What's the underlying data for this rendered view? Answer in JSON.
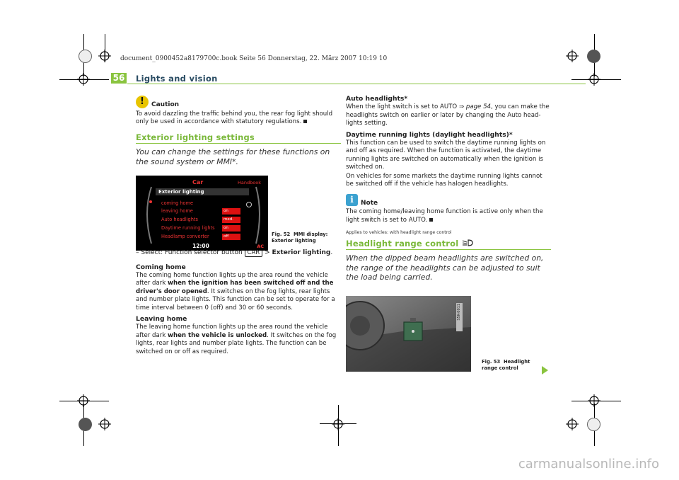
{
  "file_header": "document_0900452a8179700c.book  Seite 56  Donnerstag, 22. März 2007  10:19 10",
  "page": {
    "number": "56",
    "running_head": "Lights and vision"
  },
  "caution": {
    "title": "Caution",
    "text": "To avoid dazzling the traffic behind you, the rear fog light should only be used in accordance with statutory regulations."
  },
  "exterior_lighting": {
    "title": "Exterior lighting settings",
    "subtitle": "You can change the settings for these functions on the sound system or MMI*.",
    "instruction_prefix": "– Select: Function selector button",
    "button_label": "CAR",
    "instruction_sep": ">",
    "instruction_target": "Exterior lighting",
    "instruction_end": "."
  },
  "mmi_display": {
    "title": "Car",
    "handbook": "Handbook",
    "header": "Exterior lighting",
    "items": [
      {
        "label": "coming home",
        "value": ""
      },
      {
        "label": "leaving home",
        "value": "on"
      },
      {
        "label": "Auto headlights",
        "value": "med."
      },
      {
        "label": "Daytime running lights",
        "value": "on"
      },
      {
        "label": "Headlamp converter",
        "value": "off"
      }
    ],
    "time": "12:00",
    "ac": "AC"
  },
  "fig52": {
    "number": "Fig. 52",
    "caption_line1": "MMI display:",
    "caption_line2": "Exterior lighting"
  },
  "coming_home": {
    "title": "Coming home",
    "text_a": "The coming home function lights up the area round the vehicle after dark",
    "text_bold": "when the ignition has been switched off and the driver's door opened",
    "text_b": ". It switches on the fog lights, rear lights and number plate lights. This function can be set to operate for a time interval between 0 (off) and 30 or 60 seconds."
  },
  "leaving_home": {
    "title": "Leaving home",
    "text_a": "The leaving home function lights up the area round the vehicle after dark",
    "text_bold": "when the vehicle is unlocked",
    "text_b": ". It switches on the fog lights, rear lights and number plate lights. The function can be switched on or off as required."
  },
  "auto_headlights": {
    "title": "Auto headlights*",
    "text_a": "When the light switch is set to AUTO",
    "arrow": "⇒",
    "page_ref": "page 54",
    "text_b": ", you can make the headlights switch on earlier or later by changing the Auto head-lights setting."
  },
  "daytime": {
    "title": "Daytime running lights (daylight headlights)*",
    "text1": "This function can be used to switch the daytime running lights on and off as required. When the function is activated, the daytime running lights are switched on automatically when the ignition is switched on.",
    "text2": "On vehicles for some markets the daytime running lights cannot be switched off if the vehicle has halogen headlights."
  },
  "note": {
    "title": "Note",
    "text": "The coming home/leaving home function is active only when the light switch is set to AUTO."
  },
  "headlight_range": {
    "applies": "Applies to vehicles: with headlight range control",
    "title": "Headlight range control",
    "subtitle": "When the dipped beam headlights are switched on, the range of the headlights can be adjusted to suit the load being carried."
  },
  "fig53": {
    "number": "Fig. 53",
    "caption_line1": "Headlight",
    "caption_line2": "range control",
    "code": "S5K-0011"
  },
  "icons": {
    "caution": "!",
    "note": "i"
  },
  "watermark": "carmanualsonline.info",
  "colors": {
    "accent": "#8ac43f",
    "heading_blue": "#2a4c63",
    "mmi_red": "#e33"
  }
}
